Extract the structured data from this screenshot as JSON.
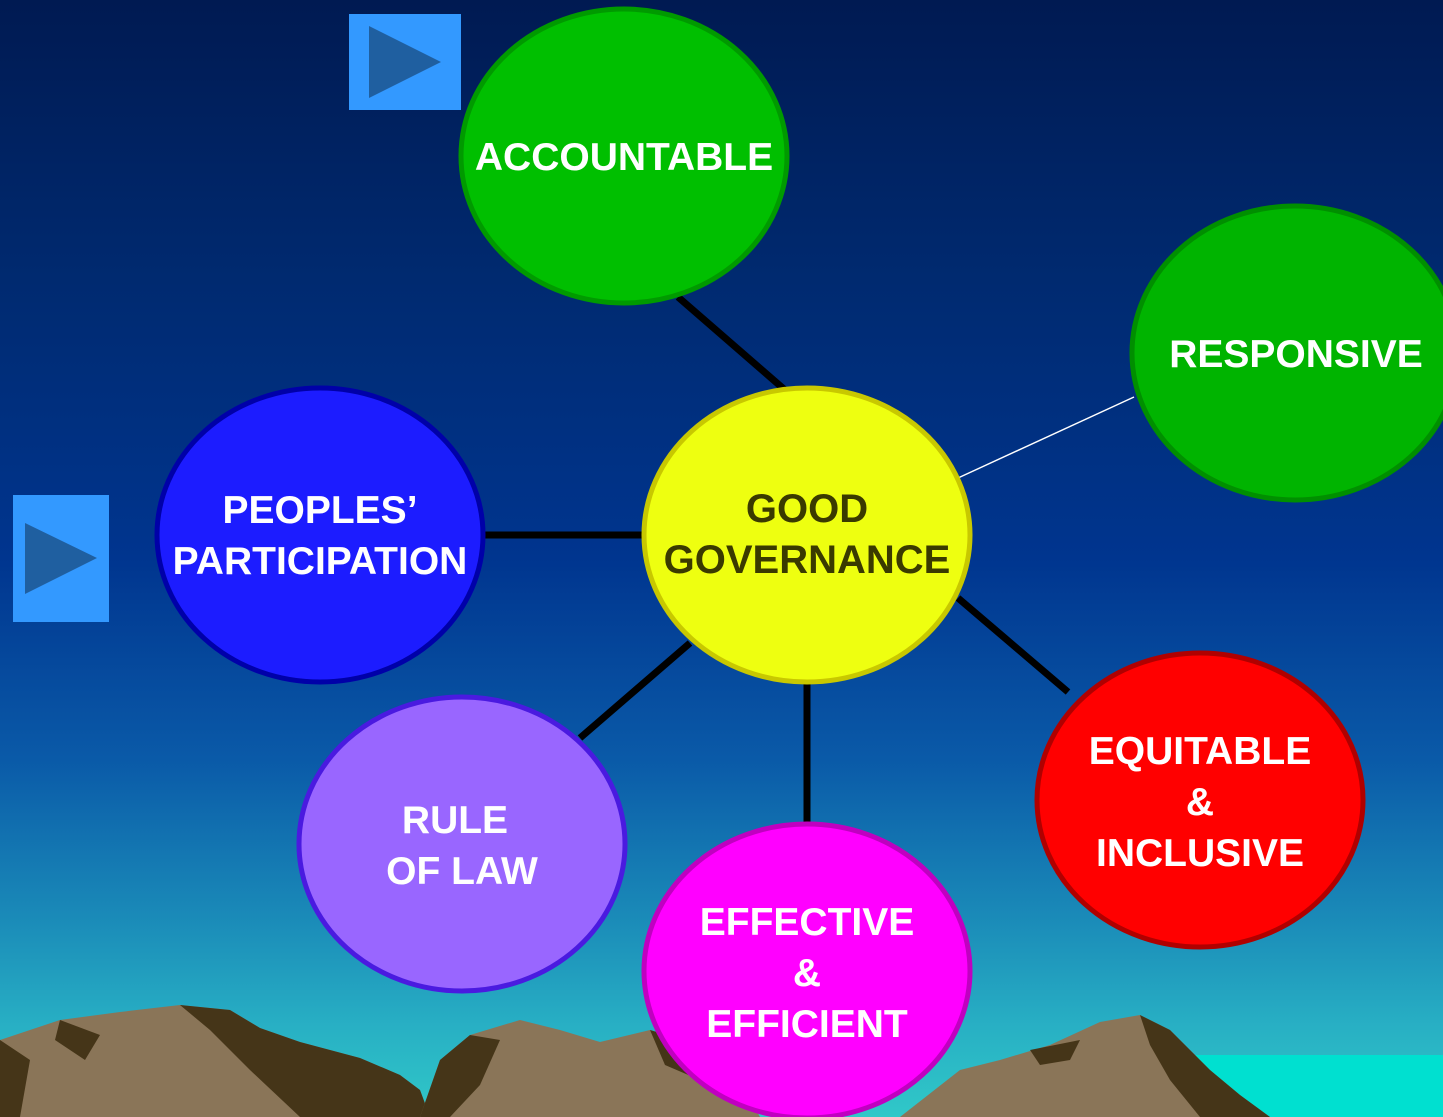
{
  "diagram": {
    "center": {
      "lines": [
        "GOOD",
        "GOVERNANCE"
      ],
      "fill": "#eeff10",
      "stroke": "#c8c800",
      "text_color": "#3a3a00"
    },
    "nodes": [
      {
        "id": "accountable",
        "lines": [
          "ACCOUNTABLE"
        ],
        "fill": "#00bf00",
        "stroke": "#009a00",
        "text_color": "#ffffff"
      },
      {
        "id": "responsive",
        "lines": [
          "RESPONSIVE"
        ],
        "fill": "#00b400",
        "stroke": "#008f00",
        "text_color": "#ffffff"
      },
      {
        "id": "peoples-participation",
        "lines": [
          "PEOPLES’",
          "PARTICIPATION"
        ],
        "fill": "#1c1cff",
        "stroke": "#0000a8",
        "text_color": "#ffffff"
      },
      {
        "id": "rule-of-law",
        "lines": [
          "RULE",
          "OF LAW"
        ],
        "fill": "#9966ff",
        "stroke": "#4a1ae0",
        "text_color": "#ffffff"
      },
      {
        "id": "effective-efficient",
        "lines": [
          "EFFECTIVE",
          "&",
          "EFFICIENT"
        ],
        "fill": "#ff00ff",
        "stroke": "#c000c0",
        "text_color": "#ffffff"
      },
      {
        "id": "equitable-inclusive",
        "lines": [
          "EQUITABLE",
          "&",
          "INCLUSIVE"
        ],
        "fill": "#ff0000",
        "stroke": "#b00000",
        "text_color": "#ffffff"
      }
    ],
    "connector_color": "#000000",
    "thin_connector_color": "#ffffff"
  },
  "nav_buttons": [
    {
      "id": "nav-top",
      "icon": "play-arrow-icon",
      "fill": "#3399ff",
      "arrow": "#1f5fa0"
    },
    {
      "id": "nav-left",
      "icon": "play-arrow-icon",
      "fill": "#3399ff",
      "arrow": "#1f5fa0"
    }
  ],
  "scenery": {
    "mountain_fill": "#8a7558",
    "mountain_shadow": "#453518",
    "sea_fill": "#00e0d0"
  }
}
